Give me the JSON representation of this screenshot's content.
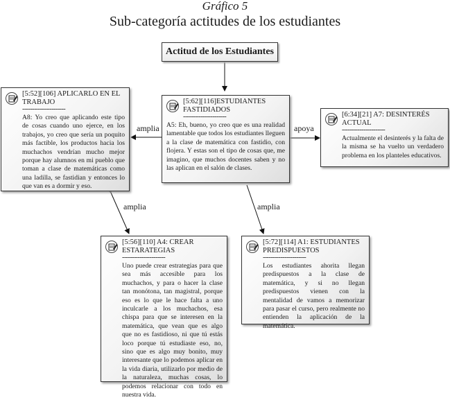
{
  "figure_label": "Gráfico 5",
  "figure_title": "Sub-categoría actitudes de los estudiantes",
  "root_label": "Actitud de los Estudiantes",
  "nodes": {
    "center": {
      "header": "[5:62][116]ESTUDIANTES FASTIDIADOS",
      "separator": "----------------------",
      "body": "A5: Eh, bueno, yo creo que es una realidad lamentable que todos los estudiantes lleguen a la clase de matemática con fastidio, con flojera. Y estas son el tipo de cosas que, me imagino, que muchos docentes saben y no las aplican en el salón de clases."
    },
    "left": {
      "header": "[5:52][106] APLICARLO EN EL TRABAJO",
      "separator": "----------------------",
      "body": "A8: Yo creo que aplicando este tipo de cosas cuando uno ejerce, en los trabajos, yo creo que sería un poquito más factible, los productos hacia los muchachos vendrían mucho mejor porque hay alumnos en mi pueblo que toman a clase de matemáticas como una ladilla, se fastidian y entonces lo que van es a dormir y eso."
    },
    "right": {
      "header": "[6:34][21] A7: DESINTERÉS ACTUAL",
      "separator": "----------------------",
      "body": "Actualmente el desinterés y la falta de la misma se ha vuelto un verdadero problema en los planteles educativos."
    },
    "bottom_left": {
      "header": "[5:56][110] A4: CREAR ESTARATEGIAS",
      "separator": "----------------------",
      "body": "Uno puede crear estrategias para que sea más accesible para los muchachos, y para o hacer la clase tan monótona, tan magistral, porque eso es lo que le hace falta a uno inculcarle a los muchachos, esa chispa para que se interesen en la matemática, que vean que es algo que no es fastidioso, ni que tú estás loco porque tú estudiaste eso, no, sino que es algo muy bonito, muy interesante que lo podemos aplicar en la vida diaria, utilizarlo por medio de la naturaleza, muchas cosas, lo podemos relacionar con todo en nuestra vida."
    },
    "bottom_right": {
      "header": "[5:72][114] A1: ESTUDIANTES PREDISPUESTOS",
      "separator": "----------------------",
      "body": "Los estudiantes ahorita llegan predispuestos a la clase de matemática, y si no llegan predispuestos vienen con la mentalidad de vamos a memorizar para pasar el curso, pero realmente no entienden la aplicación de la matemática."
    }
  },
  "edges": {
    "center_left": "amplia",
    "center_right": "apoya",
    "left_bottom_left": "amplia",
    "center_bottom_right": "amplia"
  }
}
